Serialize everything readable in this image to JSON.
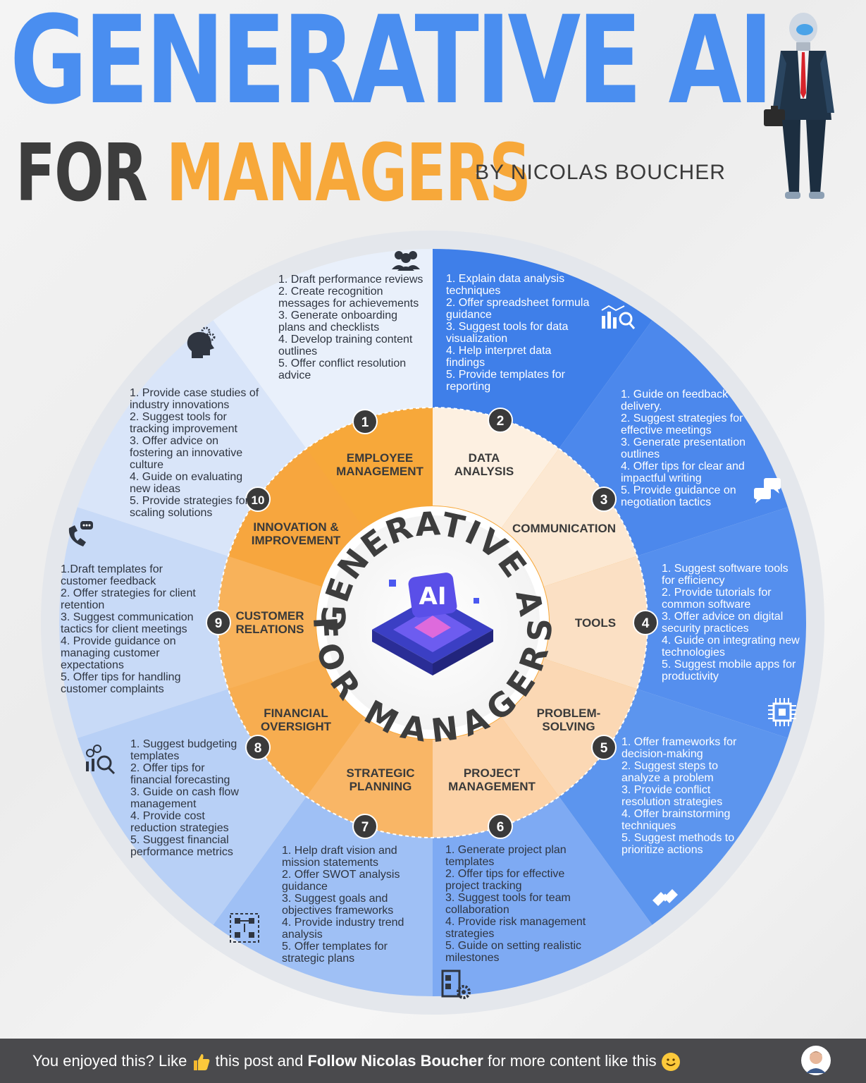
{
  "title": {
    "line1": "GENERATIVE AI",
    "line2_a": "FOR",
    "line2_b": "MANAGERS",
    "byline": "BY NICOLAS BOUCHER"
  },
  "colors": {
    "blue": "#4a8ef0",
    "orange": "#f7a83a",
    "dark": "#3d3d3d",
    "footer": "#4a4a4d"
  },
  "center": {
    "top_text": "GENERATIVE AI",
    "bottom_text": "FOR MANAGERS",
    "chip_label": "AI"
  },
  "segments": [
    {
      "num": "1",
      "name": "EMPLOYEE\nMANAGEMENT",
      "icon": "team-icon",
      "items": [
        "1. Draft performance reviews",
        "2. Create recognition messages for achievements",
        "3. Generate onboarding plans and checklists",
        "4. Develop training content outlines",
        "5. Offer conflict resolution advice"
      ]
    },
    {
      "num": "2",
      "name": "DATA\nANALYSIS",
      "icon": "chart-magnifier-icon",
      "items": [
        "1. Explain data analysis techniques",
        "2. Offer spreadsheet formula guidance",
        "3. Suggest tools for data visualization",
        "4. Help interpret data findings",
        "5. Provide templates for reporting"
      ]
    },
    {
      "num": "3",
      "name": "COMMUNICATION",
      "icon": "chat-bubbles-icon",
      "items": [
        "1. Guide on feedback delivery.",
        "2. Suggest strategies for effective meetings",
        "3. Generate presentation outlines",
        "4. Offer tips for clear and impactful writing",
        "5. Provide guidance on negotiation tactics"
      ]
    },
    {
      "num": "4",
      "name": "TOOLS",
      "icon": "chip-icon",
      "items": [
        "1. Suggest software tools for efficiency",
        "2. Provide tutorials for common software",
        "3. Offer advice on digital security practices",
        "4. Guide on integrating new technologies",
        "5. Suggest mobile apps for productivity"
      ]
    },
    {
      "num": "5",
      "name": "PROBLEM-\nSOLVING",
      "icon": "puzzle-hands-icon",
      "items": [
        "1. Offer frameworks for decision-making",
        "2. Suggest steps to analyze a problem",
        "3. Provide conflict resolution strategies",
        "4. Offer brainstorming techniques",
        "5. Suggest methods to prioritize actions"
      ]
    },
    {
      "num": "6",
      "name": "PROJECT\nMANAGEMENT",
      "icon": "document-gear-icon",
      "items": [
        "1. Generate project plan templates",
        "2. Offer tips for effective project tracking",
        "3. Suggest tools for team collaboration",
        "4. Provide risk management strategies",
        "5. Guide on setting realistic milestones"
      ]
    },
    {
      "num": "7",
      "name": "STRATEGIC\nPLANNING",
      "icon": "strategy-board-icon",
      "items": [
        "1. Help draft vision and mission statements",
        "2. Offer SWOT analysis guidance",
        "3. Suggest goals and objectives frameworks",
        "4. Provide industry trend analysis",
        "5. Offer templates for strategic plans"
      ]
    },
    {
      "num": "8",
      "name": "FINANCIAL\nOVERSIGHT",
      "icon": "money-magnifier-icon",
      "items": [
        "1. Suggest budgeting templates",
        "2. Offer tips for financial forecasting",
        "3. Guide on cash flow management",
        "4. Provide cost reduction strategies",
        "5. Suggest financial performance metrics"
      ]
    },
    {
      "num": "9",
      "name": "CUSTOMER\nRELATIONS",
      "icon": "phone-chat-icon",
      "items": [
        "1.Draft templates for customer feedback",
        "2. Offer strategies for client retention",
        "3. Suggest communication tactics for client meetings",
        "4. Provide guidance on managing customer expectations",
        "5. Offer tips for handling customer complaints"
      ]
    },
    {
      "num": "10",
      "name": "INNOVATION &\nIMPROVEMENT",
      "icon": "head-gears-icon",
      "items": [
        "1. Provide case studies of industry innovations",
        "2. Suggest tools for tracking improvement",
        "3. Offer advice on fostering an innovative culture",
        "4. Guide on evaluating new ideas",
        "5. Provide strategies for scaling solutions"
      ]
    }
  ],
  "footer": {
    "part1": "You enjoyed this? Like",
    "part2": "this post and",
    "bold": "Follow Nicolas Boucher",
    "part3": "for more content like this"
  }
}
